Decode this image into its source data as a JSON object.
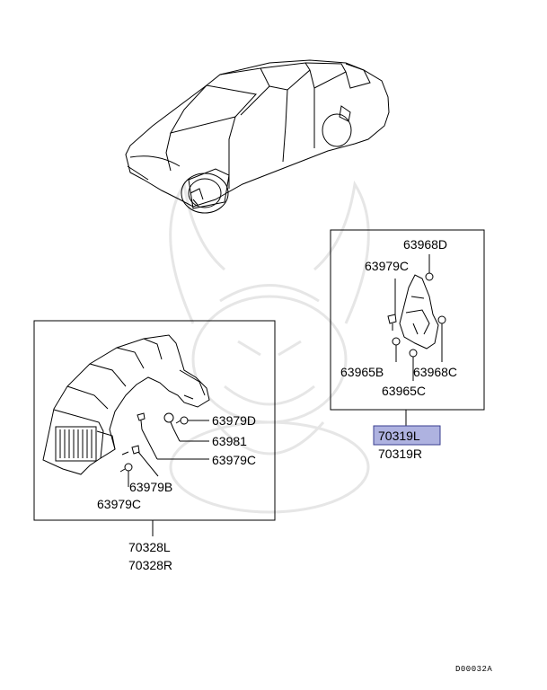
{
  "colors": {
    "highlight_fill": "#aeb2e0",
    "highlight_stroke": "#3a3f8f",
    "ink": "#000000",
    "watermark": "#e6e6e6"
  },
  "left_box": {
    "callouts": {
      "c1": "63979D",
      "c2": "63981",
      "c3": "63979C",
      "c4": "63979B",
      "c5": "63979C"
    },
    "part_number_l": "70328L",
    "part_number_r": "70328R"
  },
  "right_box": {
    "callouts": {
      "c1": "63968D",
      "c2": "63979C",
      "c3": "63965B",
      "c4": "63968C",
      "c5": "63965C"
    },
    "part_number_l": "70319L",
    "part_number_r": "70319R"
  },
  "diagram_code": "D00032A",
  "icons": {
    "vehicle": "station-wagon-outline-icon",
    "watermark": "samurai-helmet-watermark-icon"
  }
}
